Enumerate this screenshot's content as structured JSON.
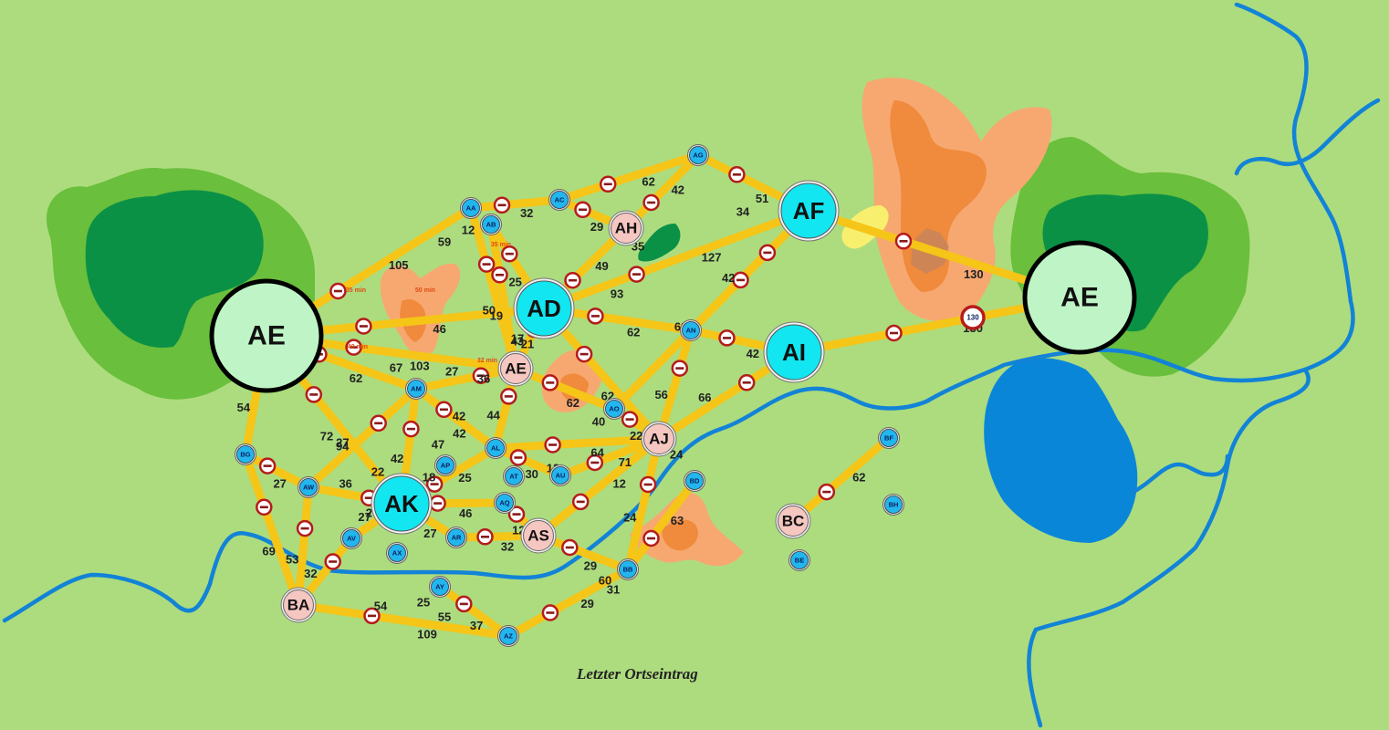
{
  "footer_text": "Letzter Ortseintrag",
  "colors": {
    "background": "#addc7e",
    "road": "#f5c518",
    "river": "#1283d6",
    "lake": "#0a86d9",
    "forest_light": "#6abf3c",
    "forest_dark": "#0b9146",
    "mountain_light": "#f7a870",
    "mountain_dark": "#f08a3c",
    "capital_fill": "#bff5c6",
    "major_fill": "#12e6f0",
    "town_fill": "#f6c6c0",
    "small_fill": "#22b6ee",
    "no_entry": "#b51c1c"
  },
  "cities": [
    {
      "id": "ae_west",
      "label": "AE",
      "type": "capital"
    },
    {
      "id": "ae_east",
      "label": "AE",
      "type": "capital"
    },
    {
      "id": "ad",
      "label": "AD",
      "type": "major"
    },
    {
      "id": "af",
      "label": "AF",
      "type": "major"
    },
    {
      "id": "ai",
      "label": "AI",
      "type": "major"
    },
    {
      "id": "ak",
      "label": "AK",
      "type": "major"
    },
    {
      "id": "ae_mid",
      "label": "AE",
      "type": "town"
    },
    {
      "id": "ah",
      "label": "AH",
      "type": "town"
    },
    {
      "id": "aj",
      "label": "AJ",
      "type": "town"
    },
    {
      "id": "as",
      "label": "AS",
      "type": "town"
    },
    {
      "id": "ba",
      "label": "BA",
      "type": "town"
    },
    {
      "id": "bc",
      "label": "BC",
      "type": "town"
    },
    {
      "id": "aa",
      "label": "AA",
      "type": "small"
    },
    {
      "id": "ab",
      "label": "AB",
      "type": "small"
    },
    {
      "id": "ac",
      "label": "AC",
      "type": "small"
    },
    {
      "id": "ag",
      "label": "AG",
      "type": "small"
    },
    {
      "id": "am",
      "label": "AM",
      "type": "small"
    },
    {
      "id": "an",
      "label": "AN",
      "type": "small"
    },
    {
      "id": "ao",
      "label": "AO",
      "type": "small"
    },
    {
      "id": "al",
      "label": "AL",
      "type": "small"
    },
    {
      "id": "ap",
      "label": "AP",
      "type": "small"
    },
    {
      "id": "at",
      "label": "AT",
      "type": "small"
    },
    {
      "id": "au",
      "label": "AU",
      "type": "small"
    },
    {
      "id": "aq",
      "label": "AQ",
      "type": "small"
    },
    {
      "id": "ar",
      "label": "AR",
      "type": "small"
    },
    {
      "id": "aw",
      "label": "AW",
      "type": "small"
    },
    {
      "id": "av",
      "label": "AV",
      "type": "small"
    },
    {
      "id": "ax",
      "label": "AX",
      "type": "small"
    },
    {
      "id": "bg",
      "label": "BG",
      "type": "small"
    },
    {
      "id": "ay",
      "label": "AY",
      "type": "small"
    },
    {
      "id": "az",
      "label": "AZ",
      "type": "small"
    },
    {
      "id": "bb",
      "label": "BB",
      "type": "small"
    },
    {
      "id": "bd",
      "label": "BD",
      "type": "small"
    },
    {
      "id": "bf",
      "label": "BF",
      "type": "small"
    },
    {
      "id": "bh",
      "label": "BH",
      "type": "small"
    },
    {
      "id": "be",
      "label": "BE",
      "type": "small"
    }
  ],
  "roads": [
    {
      "from": "ae_west",
      "to": "aa",
      "distance": "105"
    },
    {
      "from": "ae_west",
      "to": "ad",
      "distance": "46"
    },
    {
      "from": "ae_west",
      "to": "ae_mid",
      "distance": "103"
    },
    {
      "from": "ae_west",
      "to": "am",
      "distance": "62"
    },
    {
      "from": "ae_west",
      "to": "bg",
      "distance": "54"
    },
    {
      "from": "ae_west",
      "to": "ak",
      "distance": "94"
    },
    {
      "from": "aa",
      "to": "ac",
      "distance": "32"
    },
    {
      "from": "ac",
      "to": "ag",
      "distance": "62"
    },
    {
      "from": "ag",
      "to": "af",
      "distance": "51"
    },
    {
      "from": "ac",
      "to": "ah",
      "distance": "29"
    },
    {
      "from": "ah",
      "to": "ag",
      "distance": "42"
    },
    {
      "from": "ab",
      "to": "ad",
      "distance": "25"
    },
    {
      "from": "ab",
      "to": "ae_mid",
      "distance": "19"
    },
    {
      "from": "ad",
      "to": "ah",
      "distance": "49"
    },
    {
      "from": "ad",
      "to": "af",
      "distance": "127"
    },
    {
      "from": "ad",
      "to": "an",
      "distance": "62"
    },
    {
      "from": "ad",
      "to": "aj",
      "distance": "62"
    },
    {
      "from": "ad",
      "to": "ae_mid",
      "distance": "43"
    },
    {
      "from": "af",
      "to": "ae_east",
      "distance": "130"
    },
    {
      "from": "af",
      "to": "an",
      "distance": "42"
    },
    {
      "from": "af",
      "to": "ao",
      "distance": "69"
    },
    {
      "from": "an",
      "to": "ai",
      "distance": "42"
    },
    {
      "from": "ai",
      "to": "ae_east",
      "distance": "130"
    },
    {
      "from": "ai",
      "to": "aj",
      "distance": "66"
    },
    {
      "from": "an",
      "to": "aj",
      "distance": "56"
    },
    {
      "from": "aa",
      "to": "ae_mid",
      "distance": "50"
    },
    {
      "from": "ae_mid",
      "to": "am",
      "distance": "27"
    },
    {
      "from": "ae_mid",
      "to": "al",
      "distance": "44"
    },
    {
      "from": "ae_mid",
      "to": "ao",
      "distance": "62"
    },
    {
      "from": "ao",
      "to": "aj",
      "distance": "22"
    },
    {
      "from": "am",
      "to": "aw",
      "distance": "27"
    },
    {
      "from": "am",
      "to": "ak",
      "distance": "42"
    },
    {
      "from": "am",
      "to": "al",
      "distance": "42"
    },
    {
      "from": "ak",
      "to": "al",
      "distance": "25"
    },
    {
      "from": "al",
      "to": "aj",
      "distance": "64"
    },
    {
      "from": "al",
      "to": "au",
      "distance": "30"
    },
    {
      "from": "au",
      "to": "aj",
      "distance": "71"
    },
    {
      "from": "ak",
      "to": "aq",
      "distance": "46"
    },
    {
      "from": "aq",
      "to": "as",
      "distance": "12"
    },
    {
      "from": "as",
      "to": "aj",
      "distance": "12"
    },
    {
      "from": "ak",
      "to": "ar",
      "distance": "27"
    },
    {
      "from": "ar",
      "to": "as",
      "distance": "32"
    },
    {
      "from": "ak",
      "to": "aw",
      "distance": "36"
    },
    {
      "from": "ak",
      "to": "av",
      "distance": "27"
    },
    {
      "from": "bg",
      "to": "aw",
      "distance": "27"
    },
    {
      "from": "bg",
      "to": "ba",
      "distance": "69"
    },
    {
      "from": "aw",
      "to": "ba",
      "distance": "53"
    },
    {
      "from": "av",
      "to": "ba",
      "distance": "32"
    },
    {
      "from": "ba",
      "to": "az",
      "distance": "109"
    },
    {
      "from": "ay",
      "to": "az",
      "distance": "37"
    },
    {
      "from": "az",
      "to": "bb",
      "distance": "29"
    },
    {
      "from": "as",
      "to": "bb",
      "distance": "29"
    },
    {
      "from": "aj",
      "to": "bb",
      "distance": "24"
    },
    {
      "from": "bb",
      "to": "bd",
      "distance": "63"
    },
    {
      "from": "bc",
      "to": "bf",
      "distance": "62"
    }
  ],
  "extra_distance_labels": [
    "59",
    "12",
    "93",
    "34",
    "35",
    "54",
    "55",
    "25",
    "31",
    "60",
    "40",
    "36",
    "67",
    "72",
    "22",
    "18",
    "47",
    "42",
    "24",
    "27",
    "17",
    "21",
    "13"
  ],
  "speed_sign_value": "130",
  "time_labels": [
    "35 min",
    "40 min",
    "50 min",
    "32 min",
    "35 min"
  ]
}
